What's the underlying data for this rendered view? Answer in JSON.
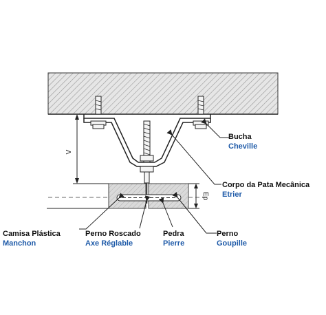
{
  "colors": {
    "french_label": "#1e5aa8",
    "line": "#222222",
    "hatch": "#9a9a9a",
    "ceiling_fill": "#e4e4e4",
    "stone_fill": "#d4d4d4"
  },
  "dimensions": {
    "v_label": "V",
    "ep_label": "Ep"
  },
  "callouts": {
    "bucha": {
      "pt": "Bucha",
      "fr": "Cheville"
    },
    "corpo": {
      "pt": "Corpo da Pata Mecânica",
      "fr": "Etrier"
    },
    "camisa": {
      "pt": "Camisa Plástica",
      "fr": "Manchon"
    },
    "perno_roscado": {
      "pt": "Perno Roscado",
      "fr": "Axe Réglable"
    },
    "pedra": {
      "pt": "Pedra",
      "fr": "Pierre"
    },
    "perno": {
      "pt": "Perno",
      "fr": "Goupille"
    }
  }
}
